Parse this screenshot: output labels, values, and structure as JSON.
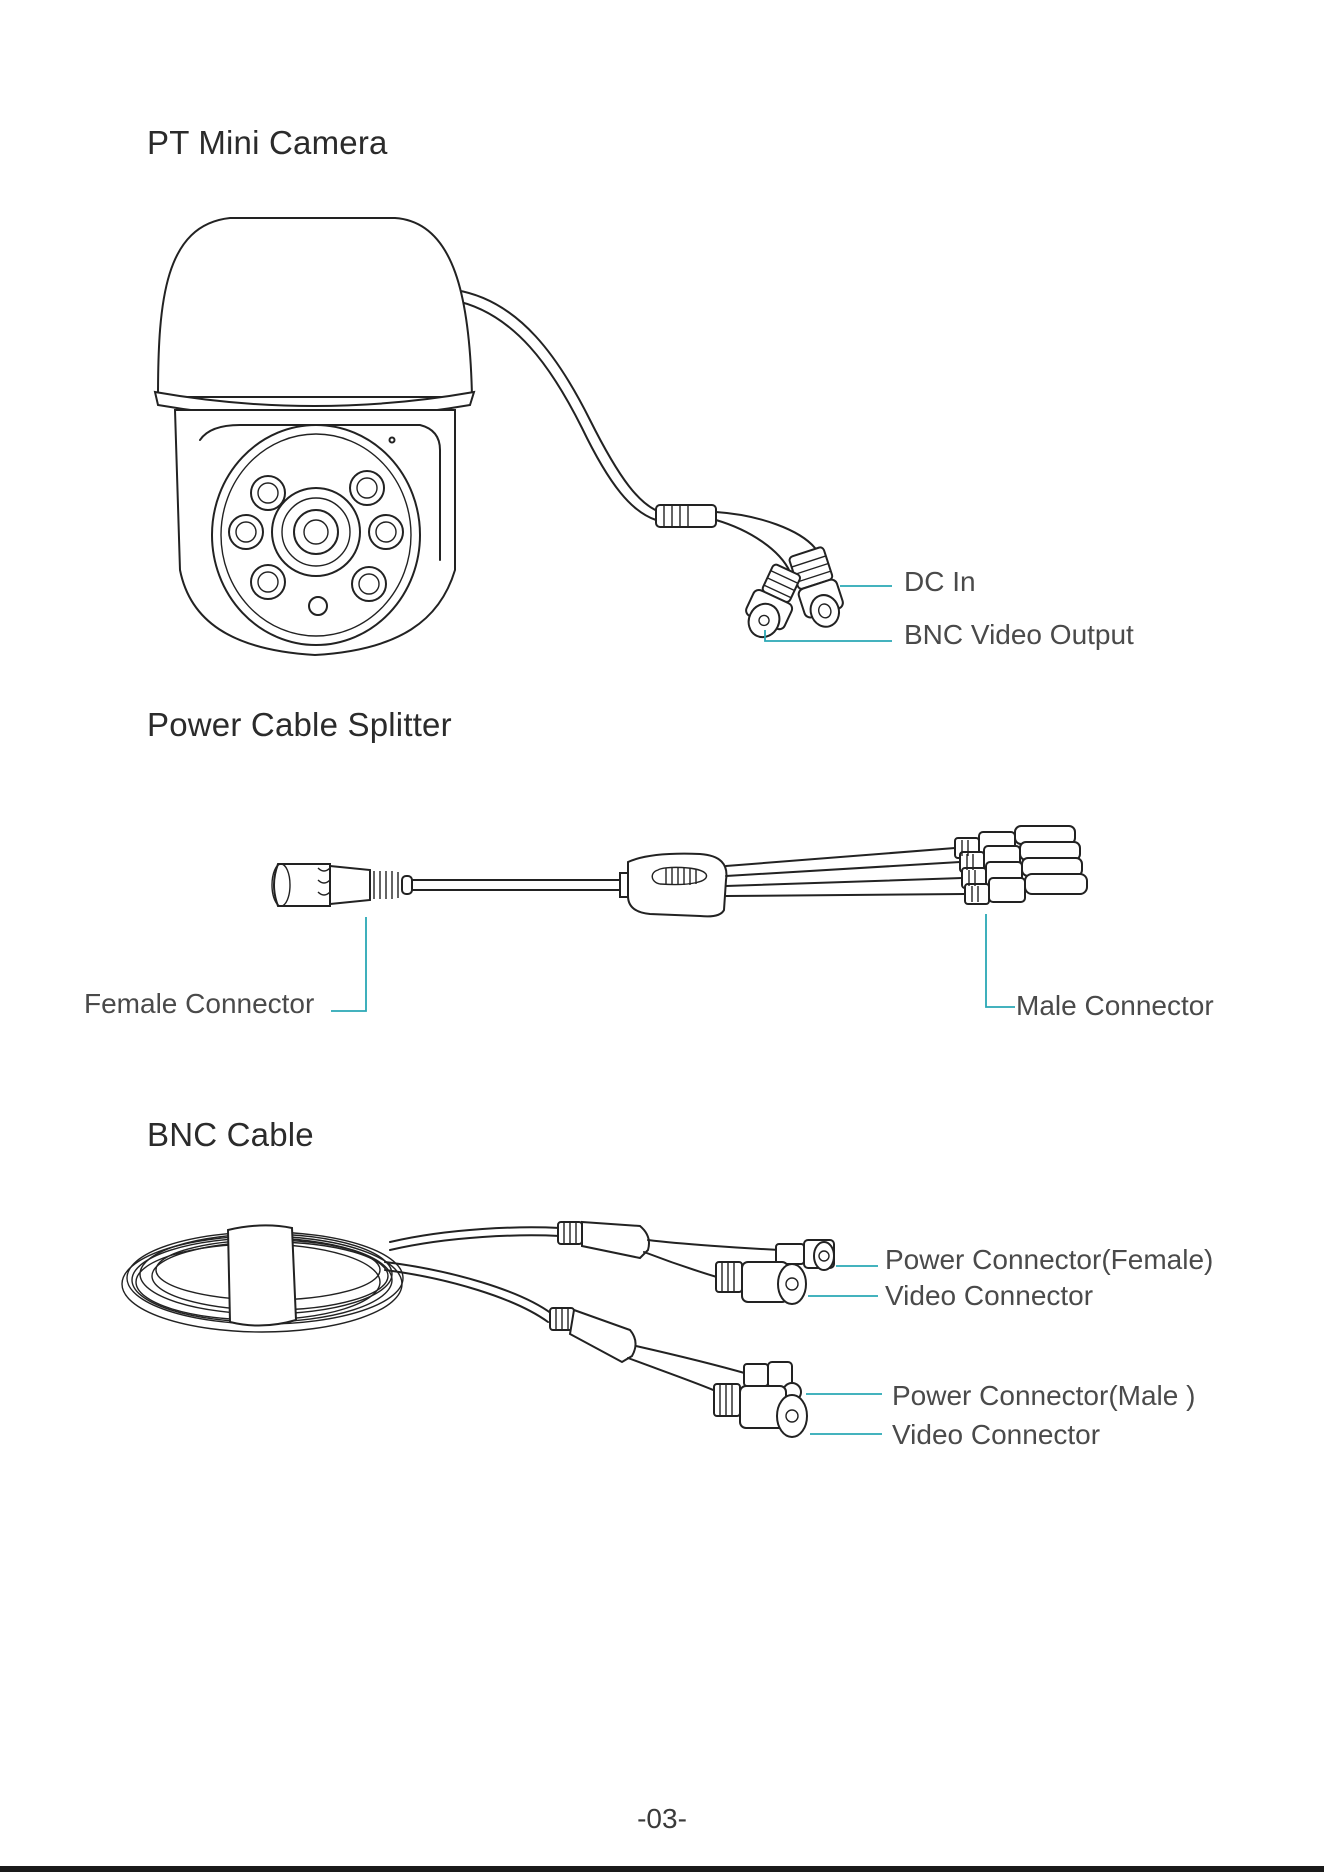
{
  "sections": [
    {
      "title": "PT Mini Camera",
      "callouts": [
        "DC In",
        "BNC Video Output"
      ]
    },
    {
      "title": "Power Cable Splitter",
      "callouts": [
        "Female Connector",
        "Male Connector"
      ]
    },
    {
      "title": "BNC  Cable",
      "callouts": [
        "Power Connector(Female)",
        "Video Connector",
        "Power Connector(Male )",
        "Video Connector"
      ]
    }
  ],
  "page_number": "-03-",
  "colors": {
    "leader_line": "#2aa8b5",
    "line_art": "#222222",
    "text": "#3a3a3a"
  }
}
